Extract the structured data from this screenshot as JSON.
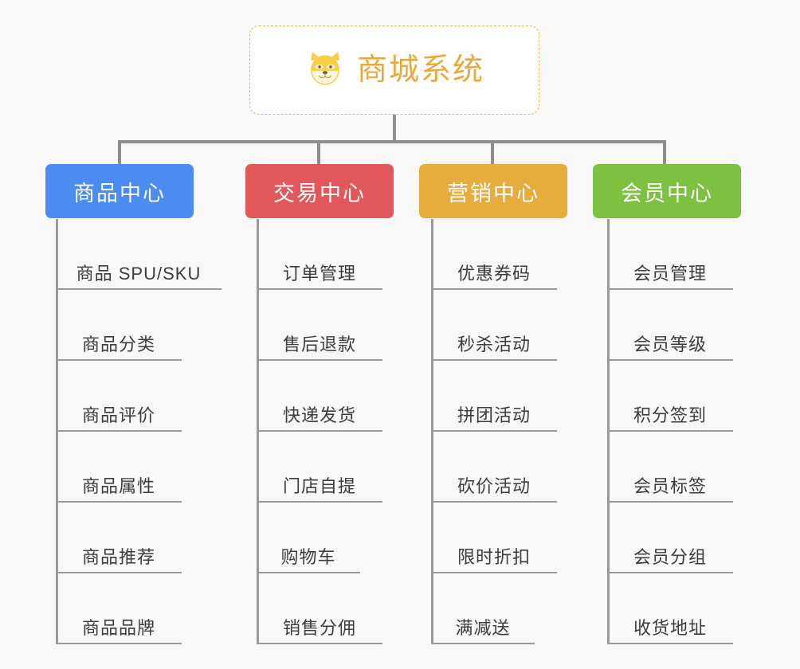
{
  "canvas": {
    "background": "#f8f8f8",
    "line_color": "#8e8e8e"
  },
  "root": {
    "title": "商城系统",
    "icon": "shiba-dog-face-icon",
    "text_color": "#e8a93c",
    "border_color": "#e8b84b",
    "background": "#ffffff"
  },
  "branches": [
    {
      "label": "商品中心",
      "color": "#4a8cf0",
      "items": [
        "商品 SPU/SKU",
        "商品分类",
        "商品评价",
        "商品属性",
        "商品推荐",
        "商品品牌"
      ]
    },
    {
      "label": "交易中心",
      "color": "#e2585a",
      "items": [
        "订单管理",
        "售后退款",
        "快递发货",
        "门店自提",
        "购物车",
        "销售分佣"
      ]
    },
    {
      "label": "营销中心",
      "color": "#e8ab3e",
      "items": [
        "优惠券码",
        "秒杀活动",
        "拼团活动",
        "砍价活动",
        "限时折扣",
        "满减送"
      ]
    },
    {
      "label": "会员中心",
      "color": "#7cc140",
      "items": [
        "会员管理",
        "会员等级",
        "积分签到",
        "会员标签",
        "会员分组",
        "收货地址"
      ]
    }
  ]
}
